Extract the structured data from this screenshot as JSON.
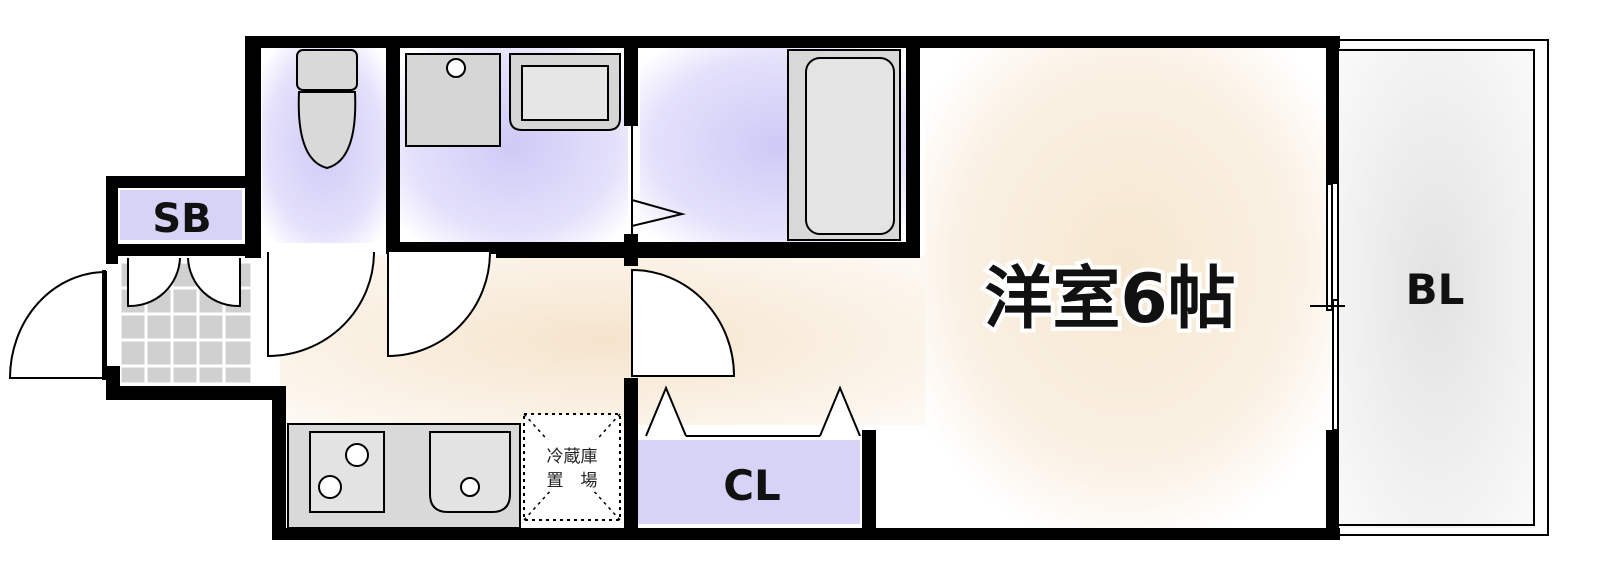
{
  "labels": {
    "storage_box": "SB",
    "western_room": "洋室6帖",
    "balcony": "BL",
    "closet": "CL",
    "fridge_line1": "冷蔵庫",
    "fridge_line2": "置　場"
  },
  "colors": {
    "wall": "#000000",
    "wet_area": "#d9d6f7",
    "room_floor": "#f8ecd9",
    "fixture": "#d6d6d6",
    "balcony": "#e9e9e9",
    "entrance_tile": "#cfcfcf"
  }
}
